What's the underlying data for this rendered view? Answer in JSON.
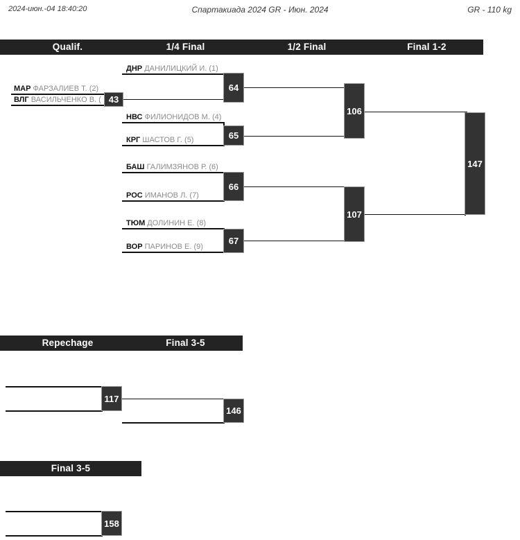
{
  "meta": {
    "timestamp": "2024-июн.-04 18:40:20",
    "event_title": "Спартакиада 2024 GR - Июн. 2024",
    "weight_class": "GR - 110 kg"
  },
  "main_bracket": {
    "headers": [
      {
        "label": "Qualif."
      },
      {
        "label": "1/4 Final"
      },
      {
        "label": "1/2 Final"
      },
      {
        "label": "Final 1-2"
      }
    ],
    "qualification": [
      {
        "code": "МАР",
        "name": "ФАРЗАЛИЕВ Т.",
        "seed": "(2)"
      },
      {
        "code": "ВЛГ",
        "name": "ВАСИЛЬЧЕНКО В. (",
        "seed": ""
      }
    ],
    "quarterfinals": [
      {
        "code": "ДНР",
        "name": "ДАНИЛИЦКИЙ И.",
        "seed": "(1)"
      },
      {
        "code": "НВС",
        "name": "ФИЛИОНИДОВ М.",
        "seed": "(4)"
      },
      {
        "code": "КРГ",
        "name": "ШАСТОВ Г.",
        "seed": "(5)"
      },
      {
        "code": "БАШ",
        "name": "ГАЛИМЗЯНОВ Р.",
        "seed": "(6)"
      },
      {
        "code": "РОС",
        "name": "ИМАНОВ Л.",
        "seed": "(7)"
      },
      {
        "code": "ТЮМ",
        "name": "ДОЛИНИН Е.",
        "seed": "(8)"
      },
      {
        "code": "ВОР",
        "name": "ПАРИНОВ Е.",
        "seed": "(9)"
      }
    ],
    "bouts": {
      "qual_1": "43",
      "qf_1": "64",
      "qf_2": "65",
      "qf_3": "66",
      "qf_4": "67",
      "sf_1": "106",
      "sf_2": "107",
      "final": "147"
    }
  },
  "repechage_section": {
    "headers": [
      {
        "label": "Repechage"
      },
      {
        "label": "Final 3-5"
      }
    ],
    "bouts": {
      "rep_1": "117",
      "final_3_5": "146"
    }
  },
  "final35_section": {
    "headers": [
      {
        "label": "Final 3-5"
      }
    ],
    "bouts": {
      "final_3_5_b": "158"
    }
  },
  "colors": {
    "bar_bg": "#232323",
    "box_bg": "#333333",
    "box_border": "#9a9a9a",
    "line": "#111111",
    "name_gray": "#8b8b8b",
    "code_black": "#111111"
  }
}
